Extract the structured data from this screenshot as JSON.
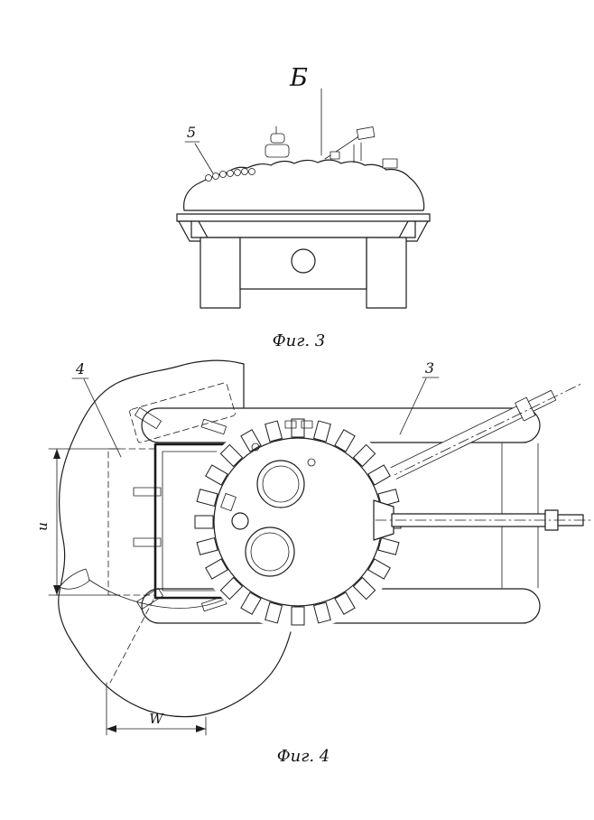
{
  "page": {
    "background": "#ffffff",
    "line_color": "#1c1c1c"
  },
  "figure3": {
    "view_label": "Б",
    "ref5": "5",
    "caption": "Фиг. 3"
  },
  "figure4": {
    "ref4": "4",
    "ref3": "3",
    "dim_u_label": "u",
    "dim_w_label": "W",
    "caption": "Фиг. 4"
  }
}
